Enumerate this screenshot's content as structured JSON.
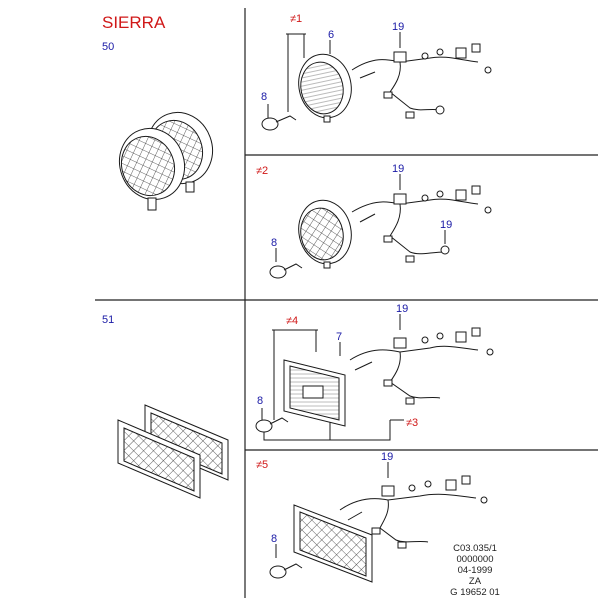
{
  "header": {
    "model": "SIERRA",
    "model_color": "#d01818"
  },
  "sections": [
    {
      "id": "50",
      "label": "50"
    },
    {
      "id": "51",
      "label": "51"
    }
  ],
  "panels": [
    {
      "id": "p1",
      "variant": "≠1",
      "callouts": [
        "6",
        "19",
        "8"
      ]
    },
    {
      "id": "p2",
      "variant": "≠2",
      "callouts": [
        "19",
        "19",
        "8"
      ]
    },
    {
      "id": "p3",
      "variant": "≠4",
      "callouts": [
        "7",
        "19",
        "8"
      ],
      "variant_b": "≠3"
    },
    {
      "id": "p4",
      "variant": "≠5",
      "callouts": [
        "19",
        "8"
      ]
    }
  ],
  "footer": {
    "lines": [
      "C03.035/1",
      "0000000",
      "04-1999",
      "ZA",
      "G 19652 01"
    ]
  },
  "colors": {
    "ink": "#1a1a1a",
    "blue": "#1a1aa6",
    "red": "#d01818"
  }
}
